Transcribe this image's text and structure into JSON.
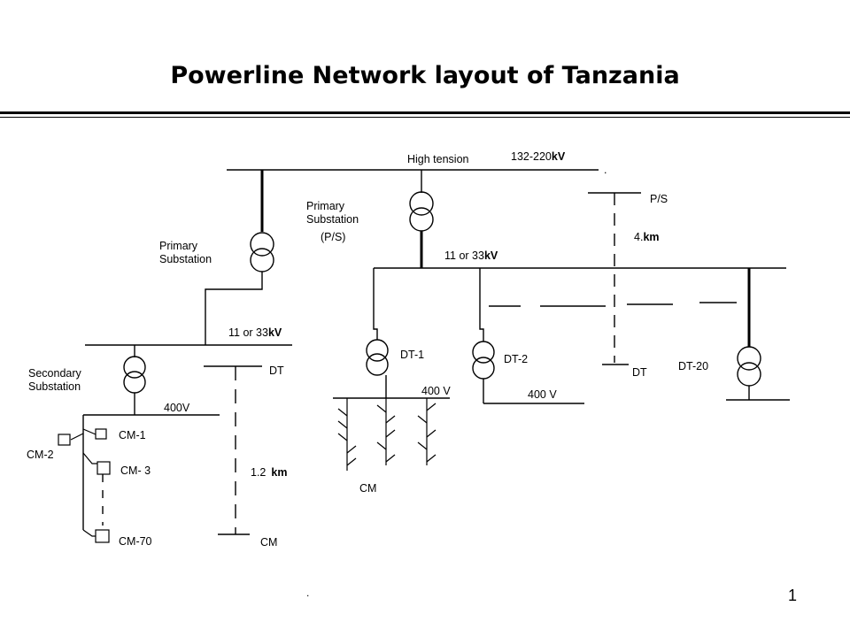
{
  "title": "Powerline Network layout of Tanzania",
  "page_number": "1",
  "footer_mark": ".",
  "labels": {
    "high_tension": "High tension",
    "high_tension_voltage_num": "132-220",
    "kv_unit": "kV",
    "primary_substation_center_1": "Primary",
    "primary_substation_center_2": "Substation",
    "primary_substation_center_3": "(P/S)",
    "primary_substation_left_1": "Primary",
    "primary_substation_left_2": "Substation",
    "mv_voltage_center_num": "11 or 33",
    "mv_voltage_left_num": "11 or 33",
    "ps_label": "P/S",
    "distance_4_num": "4.",
    "distance_km": "km",
    "dt_right": "DT",
    "dt_left": "DT",
    "dt_1": "DT-1",
    "dt_2": "DT-2",
    "dt_20": "DT-20",
    "lv_400_dt1": "400 V",
    "lv_400_dt2": "400 V",
    "lv_400_secondary": "400V",
    "secondary_substation_1": "Secondary",
    "secondary_substation_2": "Substation",
    "cm_1": "CM-1",
    "cm_2": "CM-2",
    "cm_3": "CM- 3",
    "cm_70": "CM-70",
    "cm_bottom": "CM",
    "cm_dt1": "CM",
    "distance_12_num": "1.2",
    "distance_km_2": "km"
  }
}
